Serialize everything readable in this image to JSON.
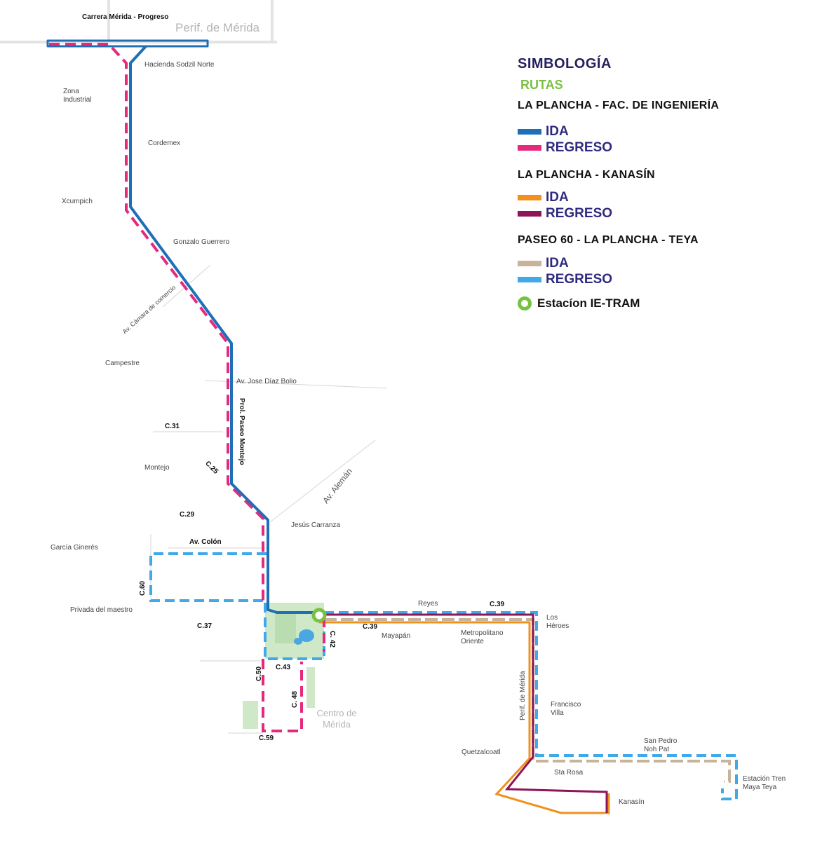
{
  "legend": {
    "title": "SIMBOLOGÍA",
    "subtitle": "RUTAS",
    "routes": [
      {
        "name": "LA PLANCHA - FAC. DE INGENIERÍA",
        "ida": {
          "label": "IDA",
          "color": "#1f6fb8"
        },
        "regreso": {
          "label": "REGRESO",
          "color": "#e52a7d"
        }
      },
      {
        "name": "LA PLANCHA - KANASÍN",
        "ida": {
          "label": "IDA",
          "color": "#f0901e"
        },
        "regreso": {
          "label": "REGRESO",
          "color": "#8e1558"
        }
      },
      {
        "name": "PASEO 60 - LA PLANCHA - TEYA",
        "ida": {
          "label": "IDA",
          "color": "#c8b49a"
        },
        "regreso": {
          "label": "REGRESO",
          "color": "#41a9e8"
        }
      }
    ],
    "station": {
      "label": "Estacíon IE-TRAM",
      "color": "#7ac143"
    }
  },
  "labels": {
    "carretera": "Carrera Mérida - Progreso",
    "perif_norte": "Perif. de Mérida",
    "hacienda": "Hacienda Sodzil Norte",
    "zona_industrial": "Zona Industrial",
    "cordemex": "Cordemex",
    "xcumpich": "Xcumpich",
    "gonzalo": "Gonzalo Guerrero",
    "camara": "Av. Cámara de comercio",
    "campestre": "Campestre",
    "diaz_bolio": "Av. Jose Díaz Bolio",
    "paseo_montejo": "Prol. Paseo Montejo",
    "c31": "C.31",
    "montejo": "Montejo",
    "c25": "C.25",
    "aleman": "Av. Alemán",
    "c29": "C.29",
    "jesus_carranza": "Jesús Carranza",
    "garcia_gineres": "García Ginerés",
    "av_colon": "Av. Colón",
    "c60": "C.60",
    "privada_maestro": "Privada del maestro",
    "c37": "C.37",
    "reyes": "Reyes",
    "c39_top": "C.39",
    "c39_low": "C.39",
    "mayapan": "Mayapán",
    "c42": "C. 42",
    "metropolitano": "Metropolitano Oriente",
    "los_heroes": "Los Héroes",
    "c50": "C.50",
    "c43": "C.43",
    "c48": "C. 48",
    "centro": "Centro de Mérida",
    "c59": "C.59",
    "perif_este": "Perif. de Mérida",
    "francisco_villa": "Francisco Villa",
    "san_pedro": "San Pedro Noh Pat",
    "quetzalcoatl": "Quetzalcoatl",
    "sta_rosa": "Sta Rosa",
    "kanasin": "Kanasín",
    "estacion_tren": "Estación Tren Maya Teya"
  },
  "colors": {
    "road": "#e3e3e3",
    "park": "#cfe9c8",
    "water": "#4aa8e0"
  }
}
